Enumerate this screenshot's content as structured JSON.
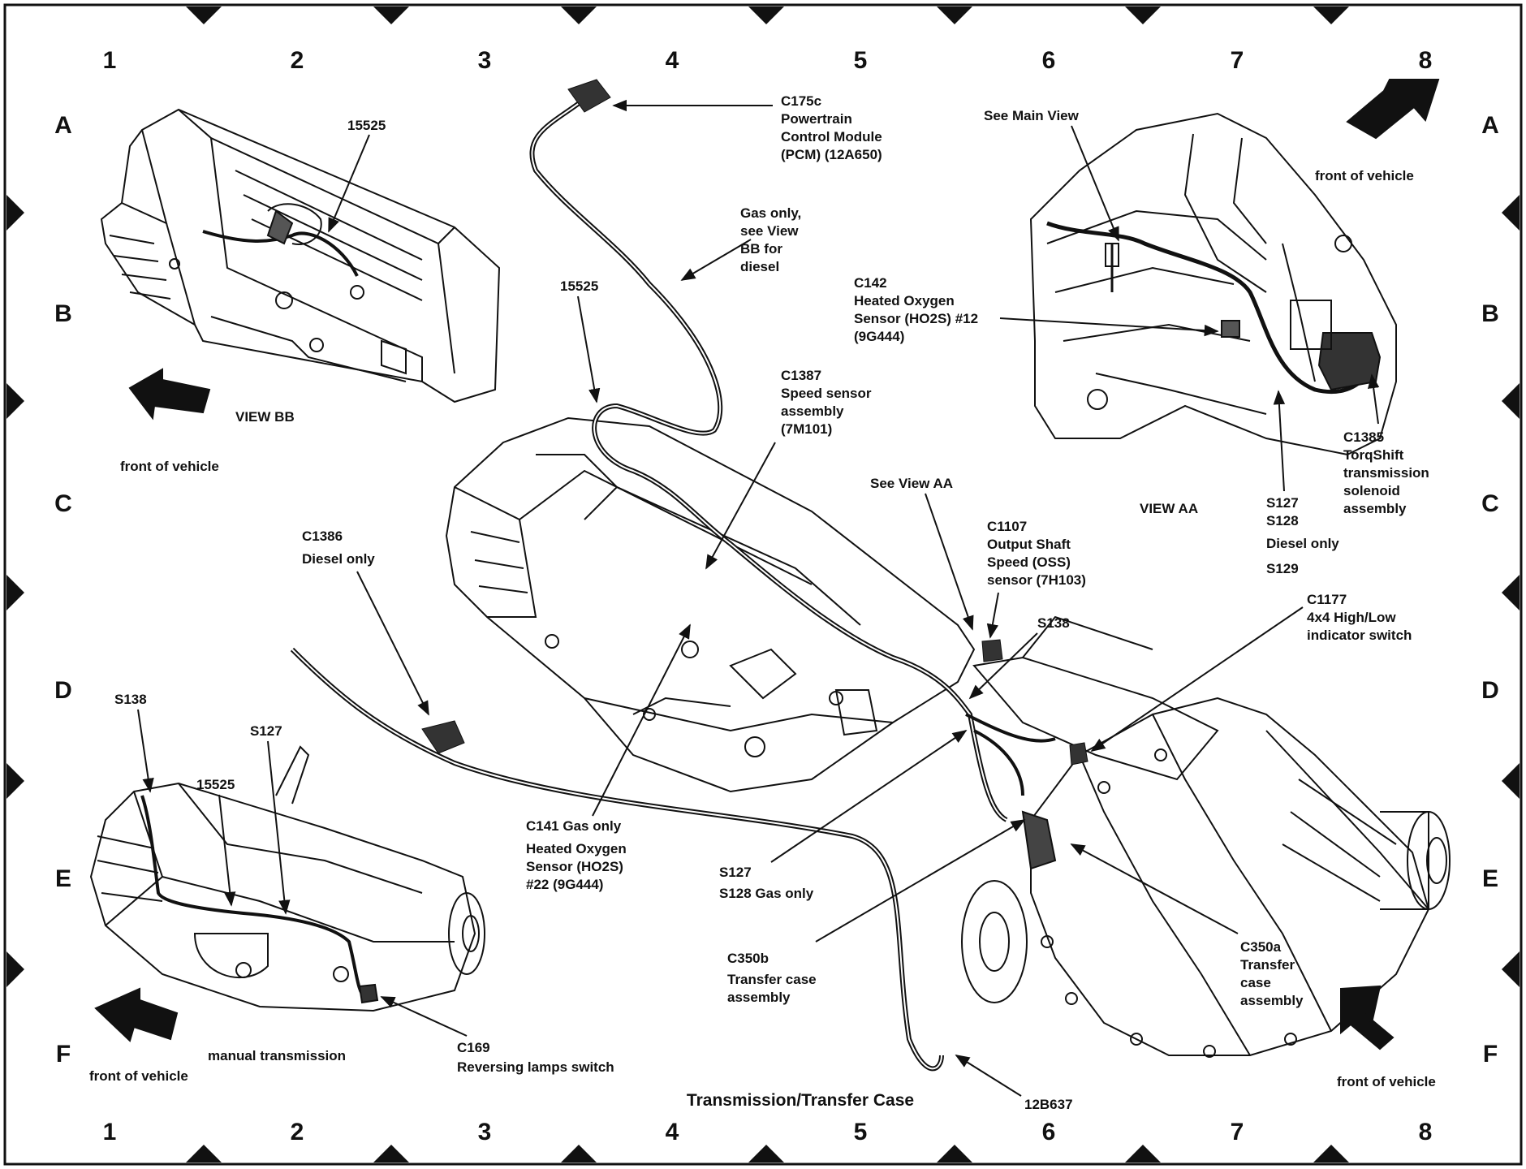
{
  "grid": {
    "columns": [
      "1",
      "2",
      "3",
      "4",
      "5",
      "6",
      "7",
      "8"
    ],
    "rows": [
      "A",
      "B",
      "C",
      "D",
      "E",
      "F"
    ]
  },
  "caption": "Transmission/Transfer Case",
  "views": {
    "view_bb": "VIEW BB",
    "view_aa": "VIEW AA",
    "manual": "manual transmission",
    "front_bb": "front of vehicle",
    "front_aa": "front of vehicle",
    "front_manual": "front of vehicle",
    "front_transfer": "front of vehicle"
  },
  "callouts": {
    "c175c": [
      "C175c",
      "Powertrain",
      "Control Module",
      "(PCM) (12A650)"
    ],
    "gas_only": [
      "Gas only,",
      "see View",
      "BB for",
      "diesel"
    ],
    "h15525_main": [
      "15525"
    ],
    "h15525_bb": [
      "15525"
    ],
    "h15525_manual": [
      "15525"
    ],
    "see_main": [
      "See Main View"
    ],
    "c142": [
      "C142",
      "Heated Oxygen",
      "Sensor (HO2S) #12",
      "(9G444)"
    ],
    "c1385": [
      "C1385",
      "TorqShift",
      "transmission",
      "solenoid",
      "assembly"
    ],
    "s127_diesel": [
      "S127",
      "S128",
      "Diesel only"
    ],
    "s129": [
      "S129"
    ],
    "c1387": [
      "C1387",
      "Speed sensor",
      "assembly",
      "(7M101)"
    ],
    "see_aa": [
      "See View AA"
    ],
    "c1107": [
      "C1107",
      "Output Shaft",
      "Speed (OSS)",
      "sensor (7H103)"
    ],
    "s138_main": [
      "S138"
    ],
    "c1177": [
      "C1177",
      "4x4 High/Low",
      "indicator switch"
    ],
    "c1386": [
      "C1386",
      "Diesel only"
    ],
    "s138_manual": [
      "S138"
    ],
    "s127_manual": [
      "S127"
    ],
    "c141": [
      "C141  Gas only",
      "Heated Oxygen",
      "Sensor (HO2S)",
      "#22 (9G444)"
    ],
    "s127_gas": [
      "S127",
      "S128   Gas only"
    ],
    "c350b": [
      "C350b",
      "Transfer case",
      "assembly"
    ],
    "c350a": [
      "C350a",
      "Transfer",
      "case",
      "assembly"
    ],
    "c169": [
      "C169",
      "Reversing lamps switch"
    ],
    "p12b637": [
      "12B637"
    ]
  }
}
